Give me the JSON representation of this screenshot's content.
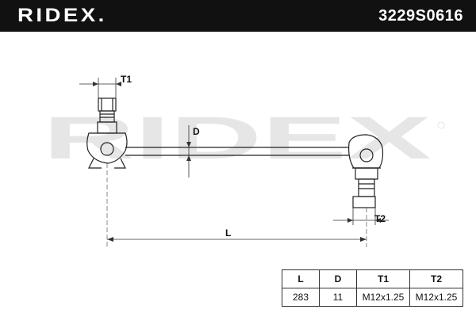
{
  "header": {
    "brand": "RIDEX.",
    "part_number": "3229S0616"
  },
  "watermark": {
    "text": "RIDEX"
  },
  "drawing": {
    "dimensions": {
      "t1": "T1",
      "d": "D",
      "t2": "T2",
      "l": "L"
    }
  },
  "specs": {
    "headers": [
      "L",
      "D",
      "T1",
      "T2"
    ],
    "values": [
      "283",
      "11",
      "M12x1.25",
      "M12x1.25"
    ]
  },
  "colors": {
    "header_bg": "#111111",
    "watermark": "#e6e6e6",
    "line": "#222222"
  }
}
